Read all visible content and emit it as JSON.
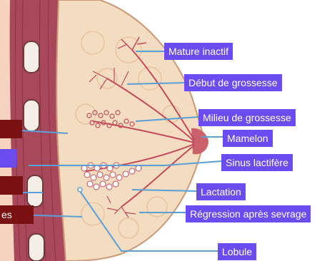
{
  "labels": {
    "mature_inactif": "Mature inactif",
    "debut_grossesse": "Début de grossesse",
    "milieu_grossesse": "Milieu de grossesse",
    "mamelon": "Mamelon",
    "sinus_lactifere": "Sinus lactifère",
    "lactation": "Lactation",
    "regression": "Régression après sevrage",
    "lobule": "Lobule",
    "left_partial": "es"
  },
  "colors": {
    "label_bg": "#6b4cf0",
    "left_label_dark": "#7a1212",
    "muscle": "#a8485a",
    "fat": "#f3dcc0",
    "leader_line": "#5aa0d6"
  }
}
